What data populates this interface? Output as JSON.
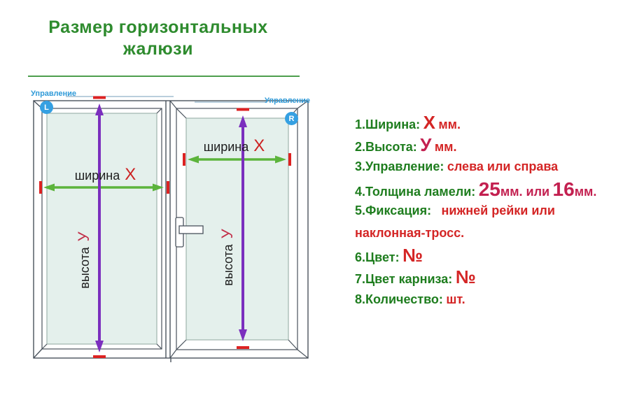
{
  "title": {
    "line1": "Размер горизонтальных",
    "line2": "жалюзи"
  },
  "diagram": {
    "control_left": {
      "label": "Управление",
      "letter": "L"
    },
    "control_right": {
      "label": "Управление",
      "letter": "R"
    },
    "left_pane": {
      "width_label": "ширина",
      "width_value": "X",
      "height_label": "высота",
      "height_value": "У"
    },
    "right_pane": {
      "width_label": "ширина",
      "width_value": "X",
      "height_label": "высота",
      "height_value": "У"
    }
  },
  "spec_list": {
    "items": [
      {
        "num_label": "1.Ширина:",
        "value_big": "X",
        "value_rest": "мм."
      },
      {
        "num_label": "2.Высота:",
        "value_big": "У",
        "value_rest": "мм."
      },
      {
        "num_label": "3.Управление:",
        "value_rest": "слева или справа"
      },
      {
        "num_label": "4.Толщина ламели:",
        "big1": "25",
        "mid": "мм. или",
        "big2": "16",
        "end": "мм."
      },
      {
        "num_label": "5.Фиксация:",
        "value_rest": "нижней рейки или",
        "value_line2": "наклонная-тросс."
      },
      {
        "num_label": "6.Цвет:",
        "value_big": "№"
      },
      {
        "num_label": "7.Цвет карниза:",
        "value_big": "№"
      },
      {
        "num_label": "8.Количество:",
        "value_rest": "шт."
      }
    ]
  },
  "colors": {
    "title_green": "#2e8b2e",
    "list_green": "#1e7d1e",
    "red": "#d42525",
    "crimson": "#c32050",
    "blue": "#2f9ad8",
    "purple_arrow": "#7b2fbe",
    "green_arrow": "#5cb43c",
    "tick_red": "#dd2222",
    "glass": "#e4f0ec",
    "frame_line": "#49525c"
  }
}
